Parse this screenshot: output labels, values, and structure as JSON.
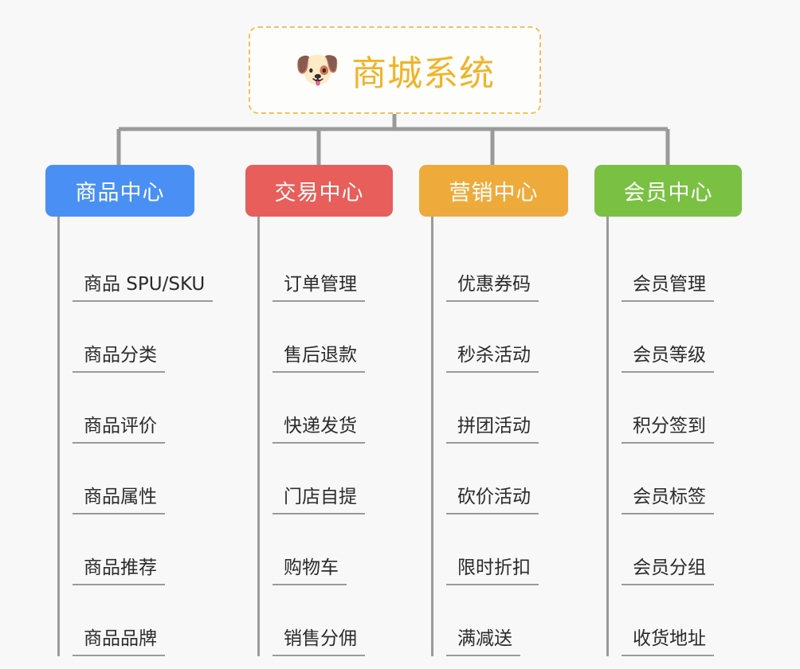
{
  "page": {
    "background_color": "#f8f8f8",
    "type": "mindmap"
  },
  "root": {
    "icon": "shiba-dog-icon",
    "icon_glyph": "🐶",
    "title": "商城系统",
    "title_color": "#f0b429",
    "border_color": "#f0c060",
    "border_style": "dashed"
  },
  "connector": {
    "color": "#9a9a9a"
  },
  "branches": [
    {
      "label": "商品中心",
      "color": "#4a90f4",
      "items": [
        {
          "label": "商品 SPU/SKU"
        },
        {
          "label": "商品分类"
        },
        {
          "label": "商品评价"
        },
        {
          "label": "商品属性"
        },
        {
          "label": "商品推荐"
        },
        {
          "label": "商品品牌"
        }
      ]
    },
    {
      "label": "交易中心",
      "color": "#e85e5a",
      "items": [
        {
          "label": "订单管理"
        },
        {
          "label": "售后退款"
        },
        {
          "label": "快递发货"
        },
        {
          "label": "门店自提"
        },
        {
          "label": "购物车"
        },
        {
          "label": "销售分佣"
        }
      ]
    },
    {
      "label": "营销中心",
      "color": "#eeab3c",
      "items": [
        {
          "label": "优惠券码"
        },
        {
          "label": "秒杀活动"
        },
        {
          "label": "拼团活动"
        },
        {
          "label": "砍价活动"
        },
        {
          "label": "限时折扣"
        },
        {
          "label": "满减送"
        }
      ]
    },
    {
      "label": "会员中心",
      "color": "#7ac143",
      "items": [
        {
          "label": "会员管理"
        },
        {
          "label": "会员等级"
        },
        {
          "label": "积分签到"
        },
        {
          "label": "会员标签"
        },
        {
          "label": "会员分组"
        },
        {
          "label": "收货地址"
        }
      ]
    }
  ]
}
